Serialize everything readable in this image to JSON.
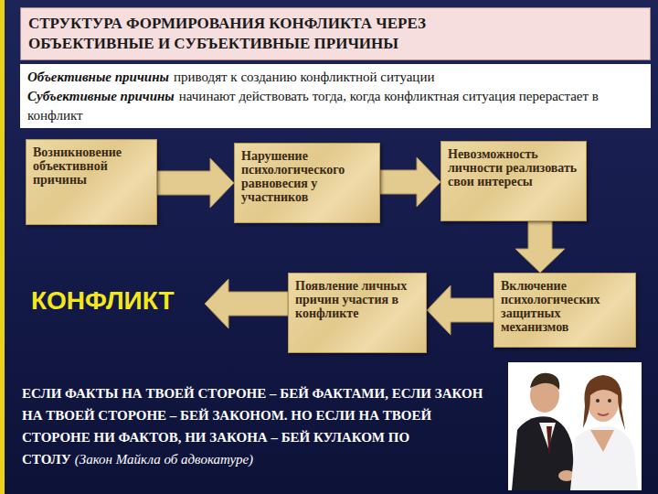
{
  "diagram": {
    "title": "СТРУКТУРА ФОРМИРОВАНИЯ КОНФЛИКТА ЧЕРЕЗ ОБЪЕКТИВНЫЕ И СУБЪЕКТИВНЫЕ ПРИЧИНЫ",
    "nodes": [
      {
        "text": [
          "Возникновение объективной причины"
        ]
      },
      {
        "text": [
          "Нарушение психологического равновесия у участников"
        ]
      },
      {
        "text": [
          "Невозможность личности реализовать свои интересы"
        ]
      },
      {
        "text": [
          "КОНФЛИКТ"
        ]
      },
      {
        "text": [
          "Появление личных причин участия в конфликте"
        ]
      },
      {
        "text": [
          "Включение психологических защитных механизмов"
        ]
      }
    ],
    "edges": [
      {
        "from": 0,
        "to": 1,
        "arrow": "to"
      },
      {
        "from": 1,
        "to": 2,
        "arrow": "to"
      },
      {
        "from": 2,
        "to": 5,
        "arrow": "to"
      },
      {
        "from": 5,
        "to": 4,
        "arrow": "to"
      },
      {
        "from": 4,
        "to": 3,
        "arrow": "to"
      }
    ],
    "labels": [
      "Объективные причины",
      "приводят к созданию конфликтной ситуации",
      "Субъективные причины",
      "начинают действовать тогда, когда конфликтная ситуация перерастает в конфликт",
      "ЕСЛИ ФАКТЫ НА ТВОЕЙ СТОРОНЕ – БЕЙ ФАКТАМИ, ЕСЛИ ЗАКОН НА ТВОЕЙ СТОРОНЕ – БЕЙ ЗАКОНОМ. НО ЕСЛИ НА ТВОЕЙ СТОРОНЕ НИ ФАКТОВ, НИ ЗАКОНА – БЕЙ КУЛАКОМ ПО СТОЛУ",
      "(Закон Майкла об адвокатуре)"
    ]
  }
}
